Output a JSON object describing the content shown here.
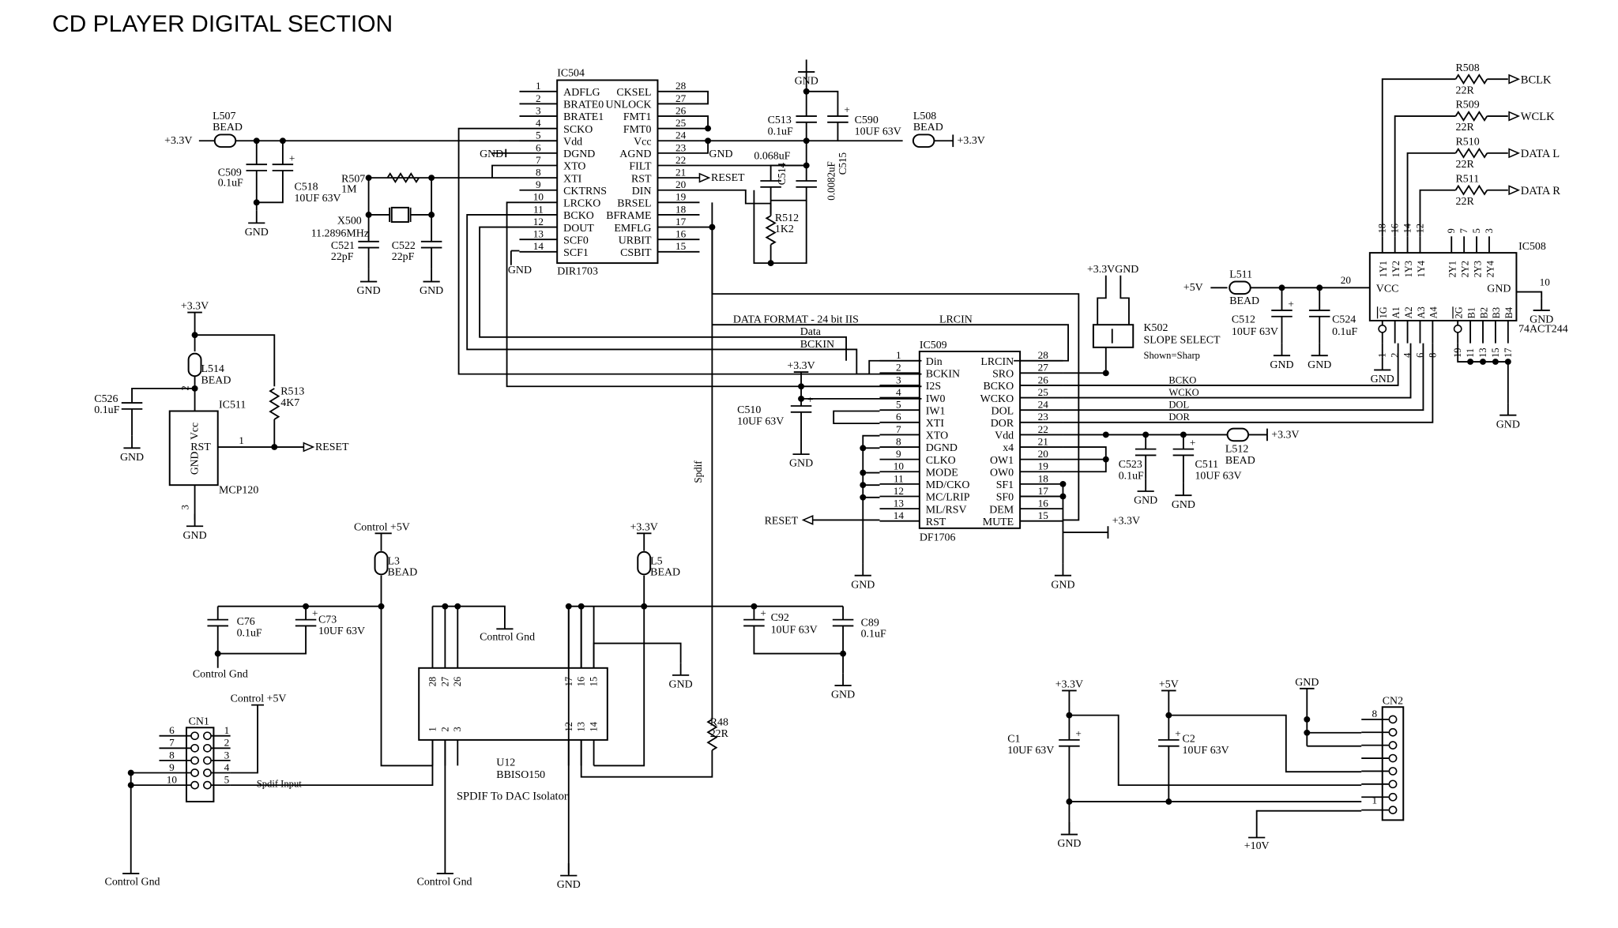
{
  "title": "CD PLAYER DIGITAL SECTION",
  "colors": {
    "ink": "#000000",
    "paper": "#ffffff"
  },
  "ic504": {
    "ref": "IC504",
    "part": "DIR1703",
    "left_pins": [
      {
        "n": "1",
        "name": "ADFLG"
      },
      {
        "n": "2",
        "name": "BRATE0"
      },
      {
        "n": "3",
        "name": "BRATE1"
      },
      {
        "n": "4",
        "name": "SCKO"
      },
      {
        "n": "5",
        "name": "Vdd"
      },
      {
        "n": "6",
        "name": "DGND"
      },
      {
        "n": "7",
        "name": "XTO"
      },
      {
        "n": "8",
        "name": "XTI"
      },
      {
        "n": "9",
        "name": "CKTRNS"
      },
      {
        "n": "10",
        "name": "LRCKO"
      },
      {
        "n": "11",
        "name": "BCKO"
      },
      {
        "n": "12",
        "name": "DOUT"
      },
      {
        "n": "13",
        "name": "SCF0"
      },
      {
        "n": "14",
        "name": "SCF1"
      }
    ],
    "right_pins": [
      {
        "n": "28",
        "name": "CKSEL"
      },
      {
        "n": "27",
        "name": "UNLOCK"
      },
      {
        "n": "26",
        "name": "FMT1"
      },
      {
        "n": "25",
        "name": "FMT0"
      },
      {
        "n": "24",
        "name": "Vcc"
      },
      {
        "n": "23",
        "name": "AGND"
      },
      {
        "n": "22",
        "name": "FILT"
      },
      {
        "n": "21",
        "name": "RST"
      },
      {
        "n": "20",
        "name": "DIN"
      },
      {
        "n": "19",
        "name": "BRSEL"
      },
      {
        "n": "18",
        "name": "BFRAME"
      },
      {
        "n": "17",
        "name": "EMFLG"
      },
      {
        "n": "16",
        "name": "URBIT"
      },
      {
        "n": "15",
        "name": "CSBIT"
      }
    ]
  },
  "ic509": {
    "ref": "IC509",
    "part": "DF1706",
    "left_pins": [
      {
        "n": "1",
        "name": "Din"
      },
      {
        "n": "2",
        "name": "BCKIN"
      },
      {
        "n": "3",
        "name": "I2S"
      },
      {
        "n": "4",
        "name": "IW0"
      },
      {
        "n": "5",
        "name": "IW1"
      },
      {
        "n": "6",
        "name": "XTI"
      },
      {
        "n": "7",
        "name": "XTO"
      },
      {
        "n": "8",
        "name": "DGND"
      },
      {
        "n": "9",
        "name": "CLKO"
      },
      {
        "n": "10",
        "name": "MODE"
      },
      {
        "n": "11",
        "name": "MD/CKO"
      },
      {
        "n": "12",
        "name": "MC/LRIP"
      },
      {
        "n": "13",
        "name": "ML/RSV"
      },
      {
        "n": "14",
        "name": "RST"
      }
    ],
    "right_pins": [
      {
        "n": "28",
        "name": "LRCIN"
      },
      {
        "n": "27",
        "name": "SRO"
      },
      {
        "n": "26",
        "name": "BCKO"
      },
      {
        "n": "25",
        "name": "WCKO"
      },
      {
        "n": "24",
        "name": "DOL"
      },
      {
        "n": "23",
        "name": "DOR"
      },
      {
        "n": "22",
        "name": "Vdd"
      },
      {
        "n": "21",
        "name": "x4"
      },
      {
        "n": "20",
        "name": "OW1"
      },
      {
        "n": "19",
        "name": "OW0"
      },
      {
        "n": "18",
        "name": "SF1"
      },
      {
        "n": "17",
        "name": "SF0"
      },
      {
        "n": "16",
        "name": "DEM"
      },
      {
        "n": "15",
        "name": "MUTE"
      }
    ]
  },
  "ic508": {
    "ref": "IC508",
    "part": "74ACT244",
    "top_pins_a": [
      "18",
      "16",
      "14",
      "12"
    ],
    "top_labels_a": [
      "1Y1",
      "1Y2",
      "1Y3",
      "1Y4"
    ],
    "top_pins_b": [
      "9",
      "7",
      "5",
      "3"
    ],
    "top_labels_b": [
      "2Y1",
      "2Y2",
      "2Y3",
      "2Y4"
    ],
    "bot_pins_a": [
      "1",
      "2",
      "4",
      "6",
      "8"
    ],
    "bot_labels_a": [
      "1G",
      "A1",
      "A2",
      "A3",
      "A4"
    ],
    "bot_pins_b": [
      "19",
      "11",
      "13",
      "15",
      "17"
    ],
    "bot_labels_b": [
      "2G",
      "B1",
      "B2",
      "B3",
      "B4"
    ],
    "vcc": "VCC",
    "gnd": "GND",
    "vcc_pin": "20",
    "gnd_pin": "10"
  },
  "ic511": {
    "ref": "IC511",
    "part": "MCP120",
    "vcc": "Vcc",
    "rst": "RST",
    "gnd": "GND",
    "pin_rst": "1",
    "pin_vcc": "2",
    "pin_gnd": "3"
  },
  "u12": {
    "ref": "U12",
    "part": "BBISO150",
    "caption": "SPDIF To DAC Isolator",
    "top_pins": [
      "28",
      "27",
      "26",
      "17",
      "16",
      "15"
    ],
    "bot_pins": [
      "1",
      "2",
      "3",
      "12",
      "13",
      "14"
    ]
  },
  "cn1": {
    "ref": "CN1",
    "left_pins": [
      "6",
      "7",
      "8",
      "9",
      "10"
    ],
    "right_pins": [
      "1",
      "2",
      "3",
      "4",
      "5"
    ]
  },
  "cn2": {
    "ref": "CN2",
    "pin_top": "8",
    "pin_bottom": "1"
  },
  "output_resistors": [
    {
      "ref": "R508",
      "value": "22R",
      "signal": "BCLK"
    },
    {
      "ref": "R509",
      "value": "22R",
      "signal": "WCLK"
    },
    {
      "ref": "R510",
      "value": "22R",
      "signal": "DATA L"
    },
    {
      "ref": "R511",
      "value": "22R",
      "signal": "DATA R"
    }
  ],
  "components": {
    "l507": {
      "ref": "L507",
      "value": "BEAD"
    },
    "l508": {
      "ref": "L508",
      "value": "BEAD"
    },
    "l511": {
      "ref": "L511",
      "value": "BEAD"
    },
    "l512": {
      "ref": "L512",
      "value": "BEAD"
    },
    "l514": {
      "ref": "L514",
      "value": "BEAD"
    },
    "l3": {
      "ref": "L3",
      "value": "BEAD"
    },
    "l5": {
      "ref": "L5",
      "value": "BEAD"
    },
    "c509": {
      "ref": "C509",
      "value": "0.1uF"
    },
    "c518": {
      "ref": "C518",
      "value": "10UF 63V"
    },
    "c513": {
      "ref": "C513",
      "value": "0.1uF"
    },
    "c590": {
      "ref": "C590",
      "value": "10UF 63V"
    },
    "c514": {
      "ref": "C514",
      "value": "0.068uF"
    },
    "c515": {
      "ref": "C515",
      "value": "0.0082uF"
    },
    "r512": {
      "ref": "R512",
      "value": "1K2"
    },
    "r507": {
      "ref": "R507",
      "value": "1M"
    },
    "x500": {
      "ref": "X500",
      "value": "11.2896MHz"
    },
    "c521": {
      "ref": "C521",
      "value": "22pF"
    },
    "c522": {
      "ref": "C522",
      "value": "22pF"
    },
    "c526": {
      "ref": "C526",
      "value": "0.1uF"
    },
    "r513": {
      "ref": "R513",
      "value": "4K7"
    },
    "c510": {
      "ref": "C510",
      "value": "10UF 63V"
    },
    "c523": {
      "ref": "C523",
      "value": "0.1uF"
    },
    "c511": {
      "ref": "C511",
      "value": "10UF 63V"
    },
    "c512": {
      "ref": "C512",
      "value": "10UF 63V"
    },
    "c524": {
      "ref": "C524",
      "value": "0.1uF"
    },
    "k502": {
      "ref": "K502",
      "value": "SLOPE SELECT",
      "note": "Shown=Sharp"
    },
    "c76": {
      "ref": "C76",
      "value": "0.1uF"
    },
    "c73": {
      "ref": "C73",
      "value": "10UF 63V"
    },
    "c92": {
      "ref": "C92",
      "value": "10UF 63V"
    },
    "c89": {
      "ref": "C89",
      "value": "0.1uF"
    },
    "r48": {
      "ref": "R48",
      "value": "22R"
    },
    "c1": {
      "ref": "C1",
      "value": "10UF 63V"
    },
    "c2": {
      "ref": "C2",
      "value": "10UF 63V"
    }
  },
  "labels": {
    "p33v": "+3.3V",
    "p5v": "+5V",
    "p10v": "+10V",
    "gnd": "GND",
    "p33vgnd": "+3.3VGND",
    "control_5v": "Control +5V",
    "control_gnd": "Control Gnd",
    "reset": "RESET",
    "data_format": "DATA FORMAT - 24 bit IIS",
    "lrcin": "LRCIN",
    "data": "Data",
    "bckin": "BCKIN",
    "bcko": "BCKO",
    "wcko": "WCKO",
    "dol": "DOL",
    "dor": "DOR",
    "spdif": "Spdif",
    "spdif_input": "Spdif Input"
  }
}
